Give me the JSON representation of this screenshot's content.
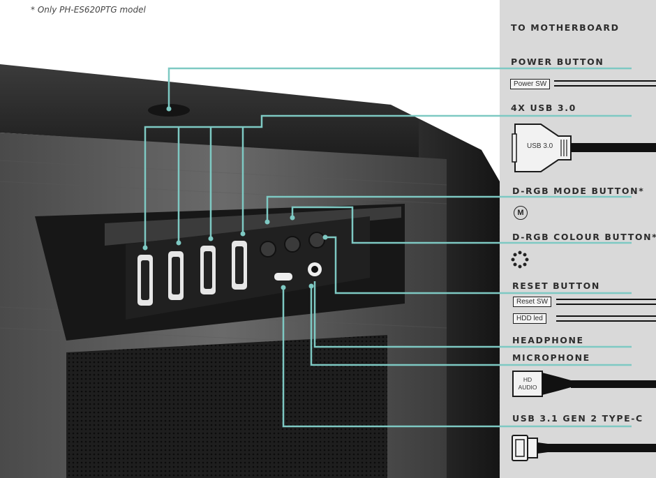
{
  "footnote": "* Only PH-ES620PTG model",
  "panel": {
    "header": "TO MOTHERBOARD",
    "labels": {
      "power_button": "POWER BUTTON",
      "usb30": "4X USB 3.0",
      "drgb_mode": "D-RGB MODE BUTTON*",
      "drgb_colour": "D-RGB COLOUR BUTTON*",
      "reset": "RESET BUTTON",
      "headphone": "HEADPHONE",
      "microphone": "MICROPHONE",
      "usb31c": "USB 3.1 GEN 2 TYPE-C"
    },
    "connectors": {
      "power_sw": "Power SW",
      "usb30_plug": "USB 3.0",
      "reset_sw": "Reset SW",
      "hdd_led": "HDD led",
      "hd_audio_line1": "HD",
      "hd_audio_line2": "AUDIO"
    },
    "icons": {
      "mode": "M"
    }
  },
  "colors": {
    "accent_teal": "#7ec9c3",
    "panel_bg": "#d9d9d9",
    "case_dark": "#2a2a2a"
  }
}
